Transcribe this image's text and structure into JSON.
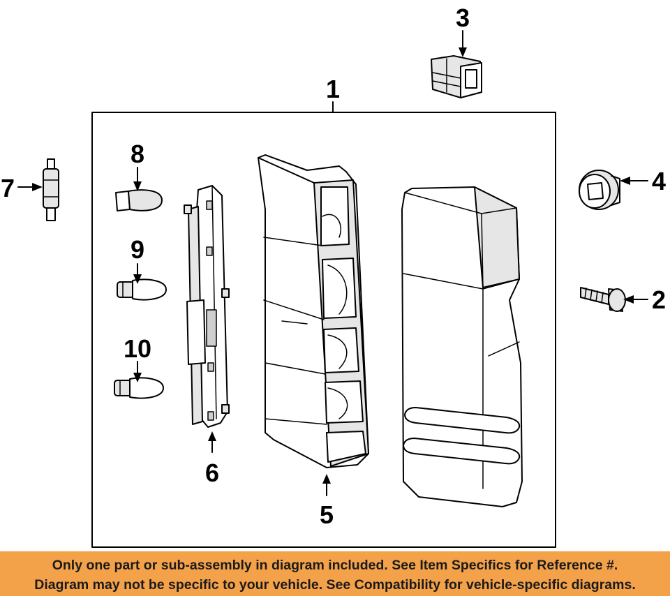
{
  "callouts": {
    "c1": "1",
    "c2": "2",
    "c3": "3",
    "c4": "4",
    "c5": "5",
    "c6": "6",
    "c7": "7",
    "c8": "8",
    "c9": "9",
    "c10": "10"
  },
  "disclaimer": {
    "line1": "Only one part or sub-assembly in diagram included. See Item Specifics for Reference #.",
    "line2": "Diagram may not be specific to your vehicle. See Compatibility for vehicle-specific diagrams."
  },
  "colors": {
    "banner": "#f4a24a",
    "linework": "#000000",
    "background": "#ffffff"
  }
}
